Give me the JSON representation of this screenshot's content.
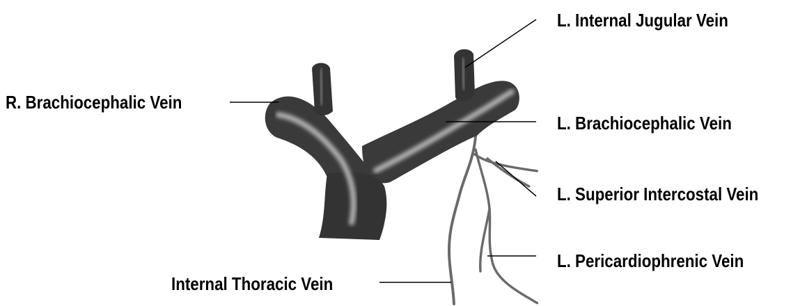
{
  "diagram": {
    "labels": {
      "r_brachiocephalic": "R. Brachiocephalic Vein",
      "l_internal_jugular": "L. Internal Jugular Vein",
      "l_brachiocephalic": "L. Brachiocephalic Vein",
      "l_superior_intercostal": "L. Superior Intercostal Vein",
      "l_pericardiophrenic": "L. Pericardiophrenic Vein",
      "internal_thoracic": "Internal Thoracic Vein"
    },
    "colors": {
      "vein_dark": "#2a2a2a",
      "vein_mid": "#4a4a4a",
      "vein_highlight": "#b8b8b8",
      "leader_line": "#000000",
      "small_vessel": "#6a6a6a"
    }
  }
}
